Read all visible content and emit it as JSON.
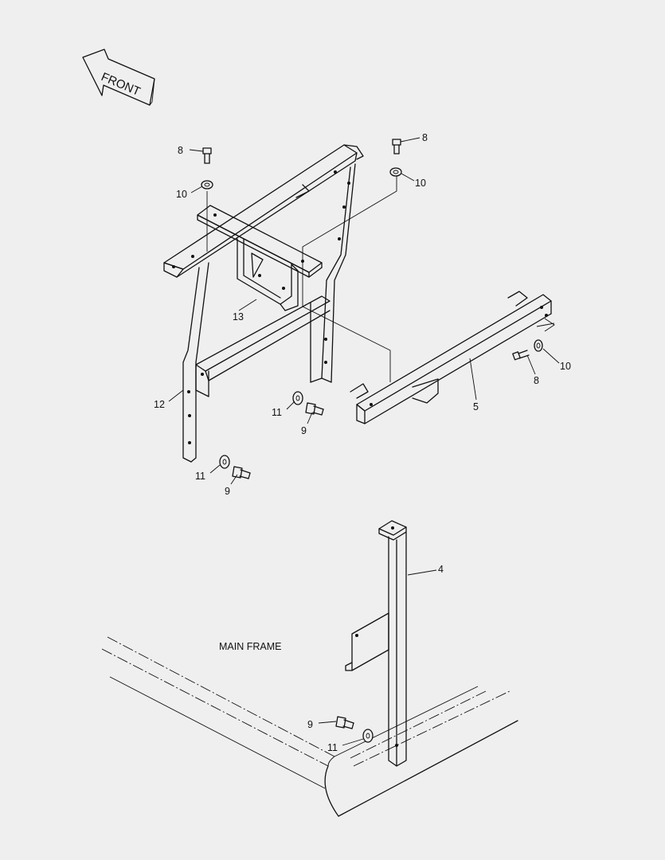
{
  "orientation": {
    "arrow_text": "FRONT",
    "arrow_icon": "left-arrow-icon"
  },
  "zone_labels": {
    "main_frame": "MAIN FRAME"
  },
  "callouts": {
    "bolt_top_left": "8",
    "washer_top_left": "10",
    "bolt_top_right": "8",
    "washer_top_right": "10",
    "bracket": "13",
    "left_leg": "12",
    "crossbar": "5",
    "bolt_right": "8",
    "washer_right": "10",
    "washer_mid": "11",
    "bolt_mid": "9",
    "washer_low": "11",
    "bolt_low": "9",
    "post": "4",
    "bolt_bottom": "9",
    "washer_bottom": "11"
  }
}
